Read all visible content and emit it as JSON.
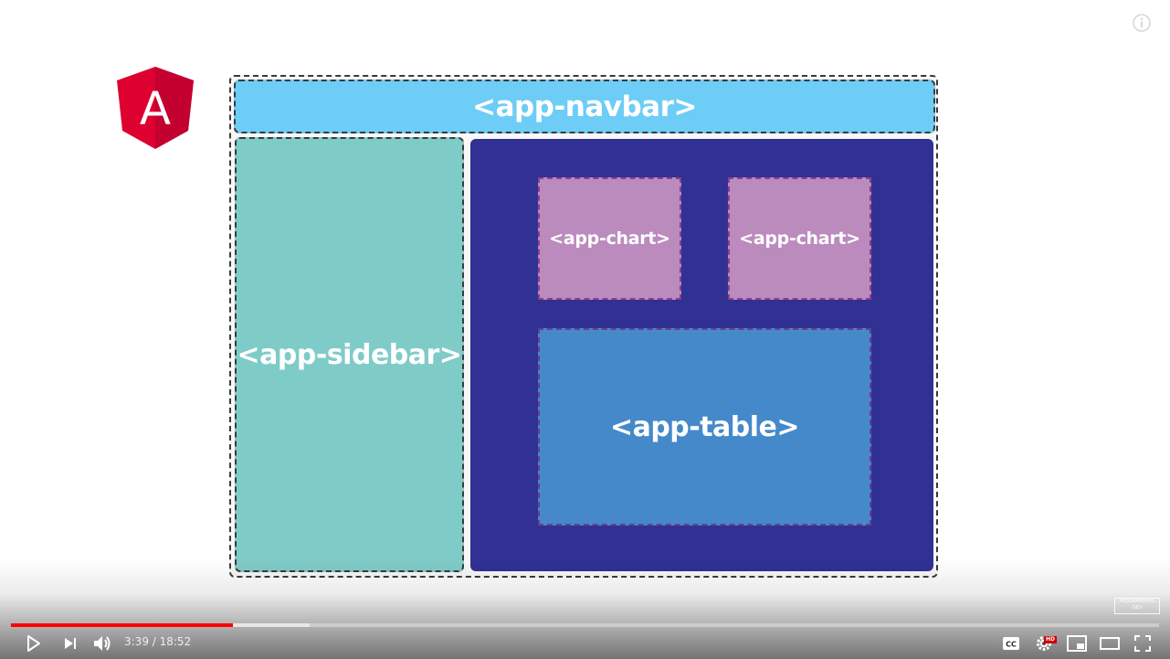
{
  "slide": {
    "navbar_label": "<app-navbar>",
    "sidebar_label": "<app-sidebar>",
    "chart1_label": "<app-chart>",
    "chart2_label": "<app-chart>",
    "table_label": "<app-table>",
    "logo_letter": "A"
  },
  "watermark": {
    "line1": "PROGRAMMING",
    "line2": "DEV"
  },
  "player": {
    "time_display": "3:39 / 18:52",
    "played_fraction": 0.193,
    "buffered_fraction": 0.26,
    "hd_badge": "HD",
    "cc_label": "CC"
  },
  "colors": {
    "navbar": "#6dcdf6",
    "sidebar": "#7fcbc8",
    "content": "#303193",
    "chart": "#bc8bbe",
    "table": "#4589ca",
    "progress": "#ff0000",
    "angular_red": "#dd0031"
  },
  "icons": [
    "info-icon",
    "angular-logo",
    "play-icon",
    "next-icon",
    "volume-icon",
    "captions-icon",
    "settings-icon",
    "miniplayer-icon",
    "theater-icon",
    "fullscreen-icon"
  ]
}
